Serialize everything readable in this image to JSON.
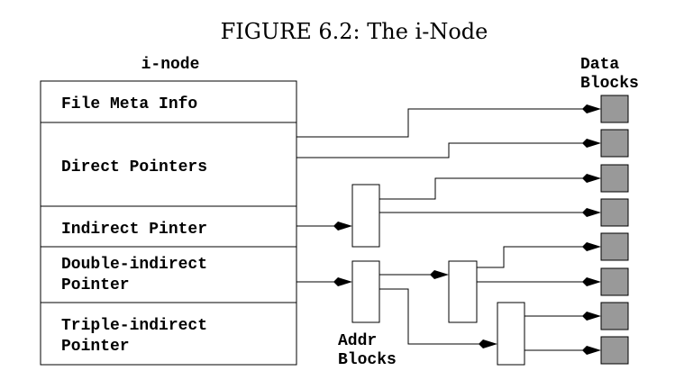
{
  "figure": {
    "title": "FIGURE 6.2: The i-Node"
  },
  "inode": {
    "heading": "i-node",
    "rows": [
      {
        "lines": [
          "File Meta Info"
        ]
      },
      {
        "lines": [
          "Direct Pointers"
        ]
      },
      {
        "lines": [
          "Indirect Pinter"
        ]
      },
      {
        "lines": [
          "Double-indirect",
          "Pointer"
        ]
      },
      {
        "lines": [
          "Triple-indirect",
          "Pointer"
        ]
      }
    ]
  },
  "data_blocks": {
    "label_lines": [
      "Data",
      "Blocks"
    ],
    "count": 8
  },
  "addr_blocks": {
    "label_lines": [
      "Addr",
      "Blocks"
    ]
  },
  "colors": {
    "data_block_fill": "#999999",
    "line": "#000000"
  }
}
